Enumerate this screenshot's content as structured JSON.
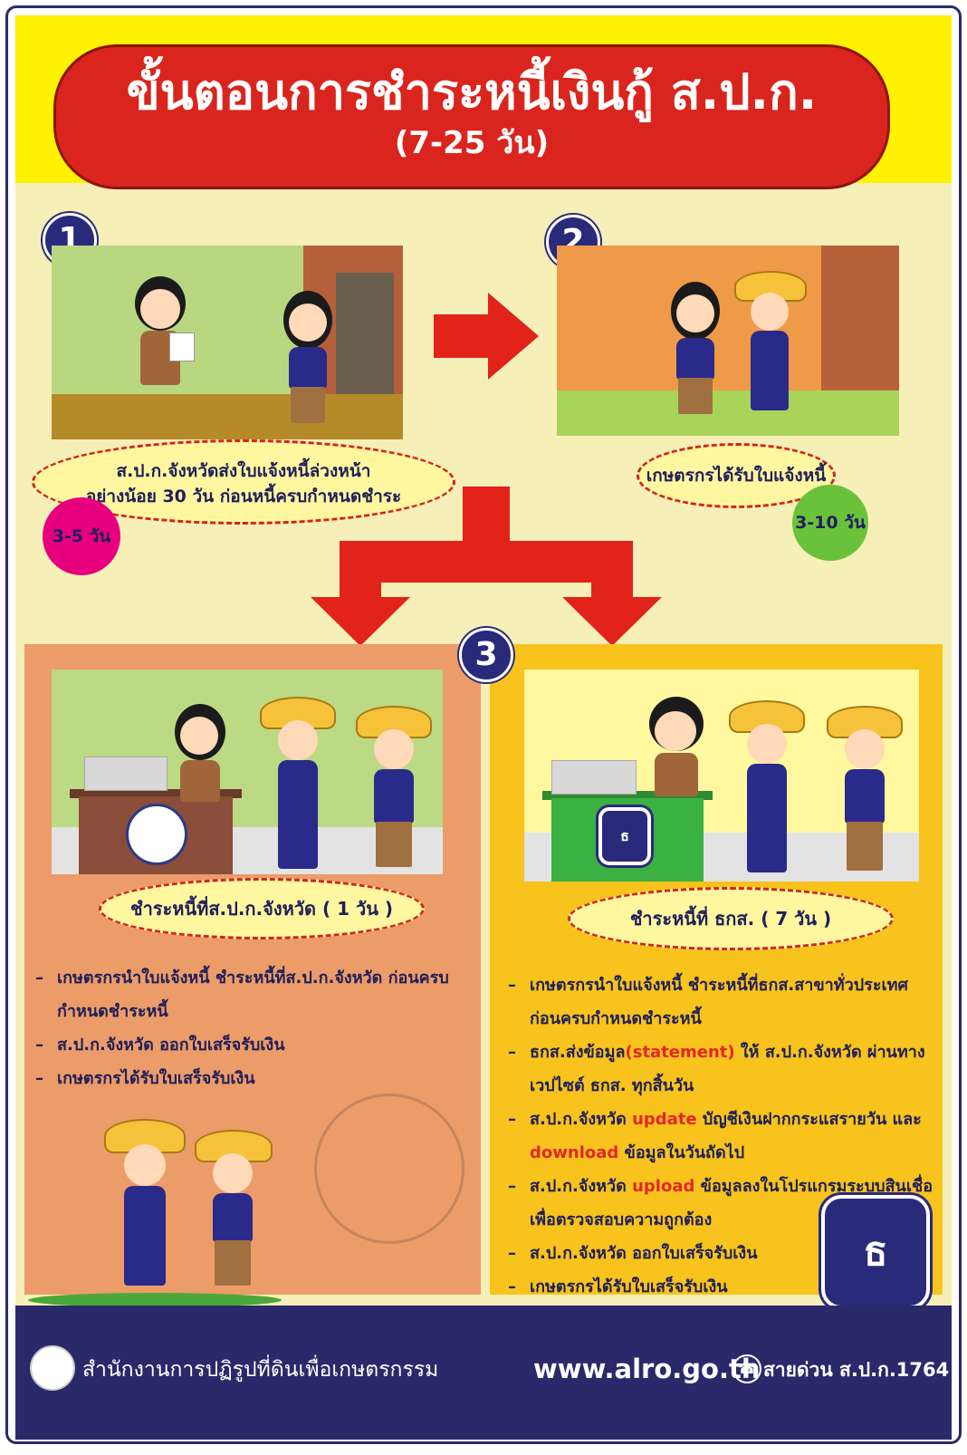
{
  "title": {
    "main": "ขั้นตอนการชำระหนี้เงินกู้ ส.ป.ก.",
    "sub": "(7-25 วัน)"
  },
  "steps": {
    "one": {
      "number": "1",
      "caption_line1": "ส.ป.ก.จังหวัดส่งใบแจ้งหนี้ล่วงหน้า",
      "caption_line2": "อย่างน้อย 30 วัน ก่อนหนี้ครบกำหนดชำระ",
      "days": "3-5 วัน"
    },
    "two": {
      "number": "2",
      "caption": "เกษตรกรได้รับใบแจ้งหนี้",
      "days": "3-10 วัน"
    },
    "three": {
      "number": "3"
    }
  },
  "left_panel": {
    "caption": "ชำระหนี้ที่ส.ป.ก.จังหวัด ( 1 วัน )",
    "items": [
      "เกษตรกรนำใบแจ้งหนี้ ชำระหนี้ที่ส.ป.ก.จังหวัด ก่อนครบกำหนดชำระหนี้",
      "ส.ป.ก.จังหวัด ออกใบเสร็จรับเงิน",
      "เกษตรกรได้รับใบเสร็จรับเงิน"
    ]
  },
  "right_panel": {
    "caption": "ชำระหนี้ที่ ธกส. ( 7 วัน )",
    "items": [
      {
        "pre": "เกษตรกรนำใบแจ้งหนี้ ชำระหนี้ที่ธกส.สาขาทั่วประเทศ ก่อนครบกำหนดชำระหนี้",
        "hl": "",
        "post": ""
      },
      {
        "pre": "ธกส.ส่งข้อมูล",
        "hl": "(statement)",
        "post": " ให้ ส.ป.ก.จังหวัด ผ่านทาง เวปไซต์ ธกส. ทุกสิ้นวัน"
      },
      {
        "pre": "ส.ป.ก.จังหวัด ",
        "hl": "update",
        "post": " บัญชีเงินฝากกระแสรายวัน และ "
      },
      {
        "pre": "ส.ป.ก.จังหวัด ",
        "hl": "upload",
        "post": " ข้อมูลลงในโปรแกรมระบบสินเชื่อ เพื่อตรวจสอบความถูกต้อง"
      },
      {
        "pre": "ส.ป.ก.จังหวัด ออกใบเสร็จรับเงิน",
        "hl": "",
        "post": ""
      },
      {
        "pre": "เกษตรกรได้รับใบเสร็จรับเงิน",
        "hl": "",
        "post": ""
      }
    ],
    "download_word": "download",
    "download_post": " ข้อมูลในวันถัดไป"
  },
  "footer": {
    "org": "สำนักงานการปฏิรูปที่ดินเพื่อเกษตรกรรม",
    "website": "www.alro.go.th",
    "hotline": "สายด่วน ส.ป.ก.1764"
  },
  "colors": {
    "title_red": "#d9251d",
    "navy": "#2a2a6a",
    "arrow_red": "#e2231a",
    "highlight_red": "#e3262a"
  }
}
